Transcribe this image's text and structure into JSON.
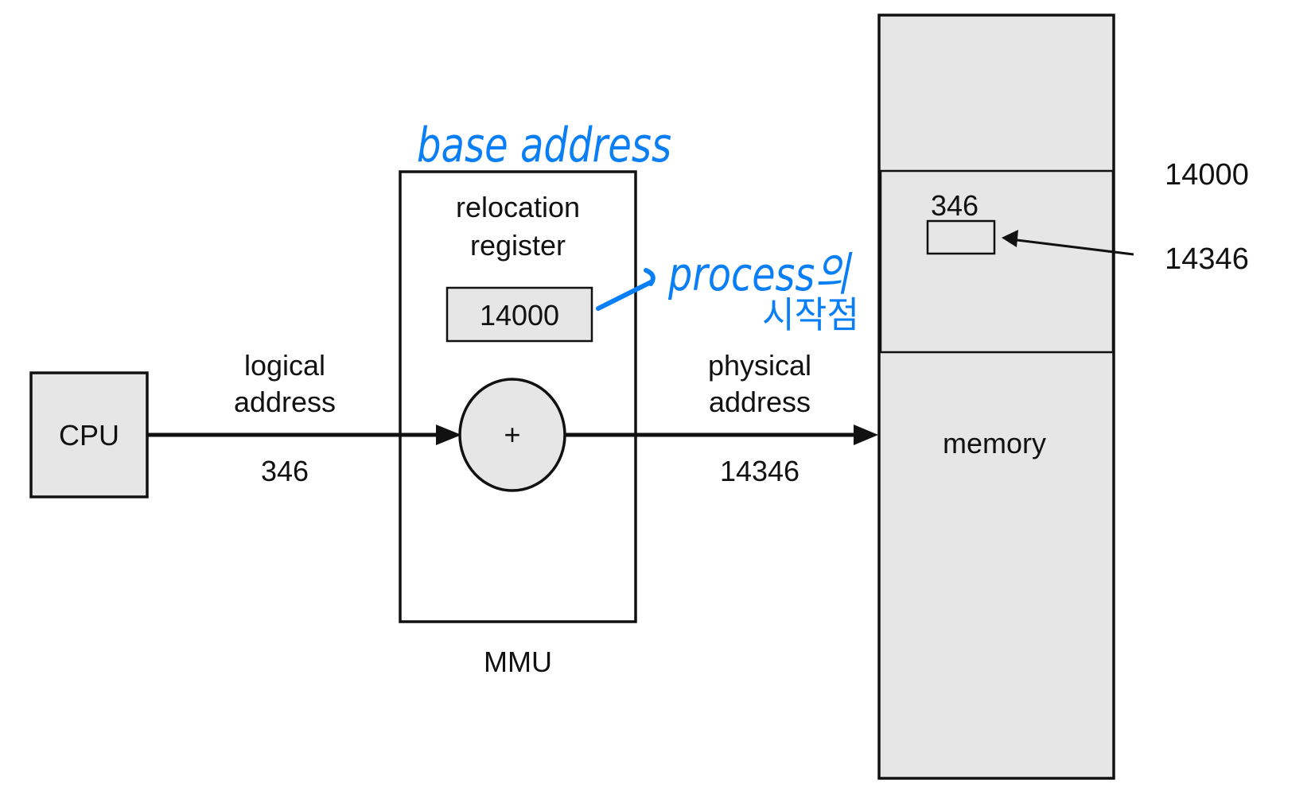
{
  "diagram": {
    "cpu": {
      "label": "CPU"
    },
    "logical": {
      "line1": "logical",
      "line2": "address",
      "value": "346"
    },
    "mmu": {
      "label": "MMU",
      "register_line1": "relocation",
      "register_line2": "register",
      "register_value": "14000",
      "adder_symbol": "+"
    },
    "physical": {
      "line1": "physical",
      "line2": "address",
      "value": "14346"
    },
    "memory": {
      "label": "memory",
      "offset_label": "346",
      "base_address": "14000",
      "target_address": "14346"
    }
  },
  "annotations": {
    "color": "#0a7ff5",
    "base_address_note": "base address",
    "process_start_note_line1": "process의",
    "process_start_note_line2": "시작점"
  }
}
